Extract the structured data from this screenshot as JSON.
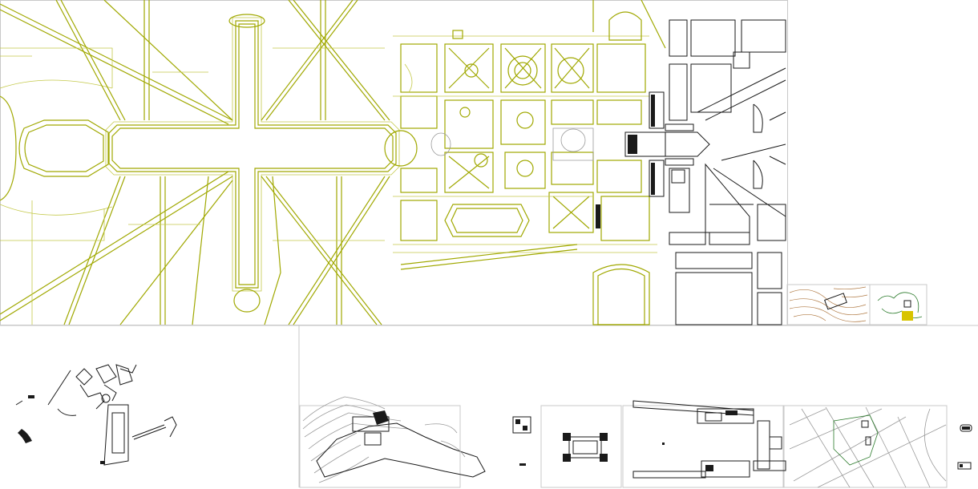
{
  "drawing": {
    "colors": {
      "garden_lines": "#a0a800",
      "garden_secondary": "#c4c94a",
      "buildings": "#1a1a1a",
      "frames": "#c8c8c8",
      "terrain": "#9a9a9a",
      "topography": "#b07a44",
      "vegetation": "#2a7a2a",
      "highlight": "#d8c400"
    },
    "panels": [
      {
        "id": "main-plan",
        "kind": "garden-plan"
      },
      {
        "id": "topo-inset",
        "kind": "topographic-inset"
      },
      {
        "id": "site-sketch",
        "kind": "scattered-site-plan"
      },
      {
        "id": "hill-fortress",
        "kind": "terrain-plan"
      },
      {
        "id": "fort-detail",
        "kind": "building-plan"
      },
      {
        "id": "palace-plan",
        "kind": "building-plan"
      },
      {
        "id": "town-plan",
        "kind": "street-plan"
      }
    ]
  }
}
